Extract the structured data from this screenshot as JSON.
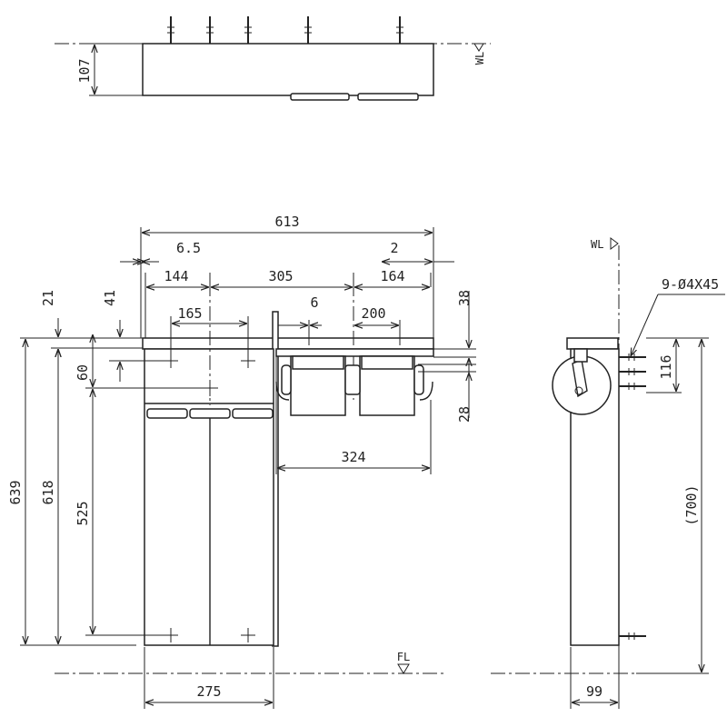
{
  "labels": {
    "wl_top": "WL",
    "wl_side": "WL",
    "fl": "FL",
    "screws": "9-Ø4X45"
  },
  "dimensions": {
    "top_height": "107",
    "total_width": "613",
    "offset_left": "6.5",
    "offset_right": "2",
    "left_144": "144",
    "mid_305": "305",
    "right_164": "164",
    "spacing_165": "165",
    "gap_6": "6",
    "spacing_200": "200",
    "top_21": "21",
    "top_41": "41",
    "right_38": "38",
    "left_60": "60",
    "right_28": "28",
    "shelf_324": "324",
    "h_639": "639",
    "h_618": "618",
    "h_525": "525",
    "base_275": "275",
    "side_116": "116",
    "side_700": "(700)",
    "side_99": "99"
  }
}
